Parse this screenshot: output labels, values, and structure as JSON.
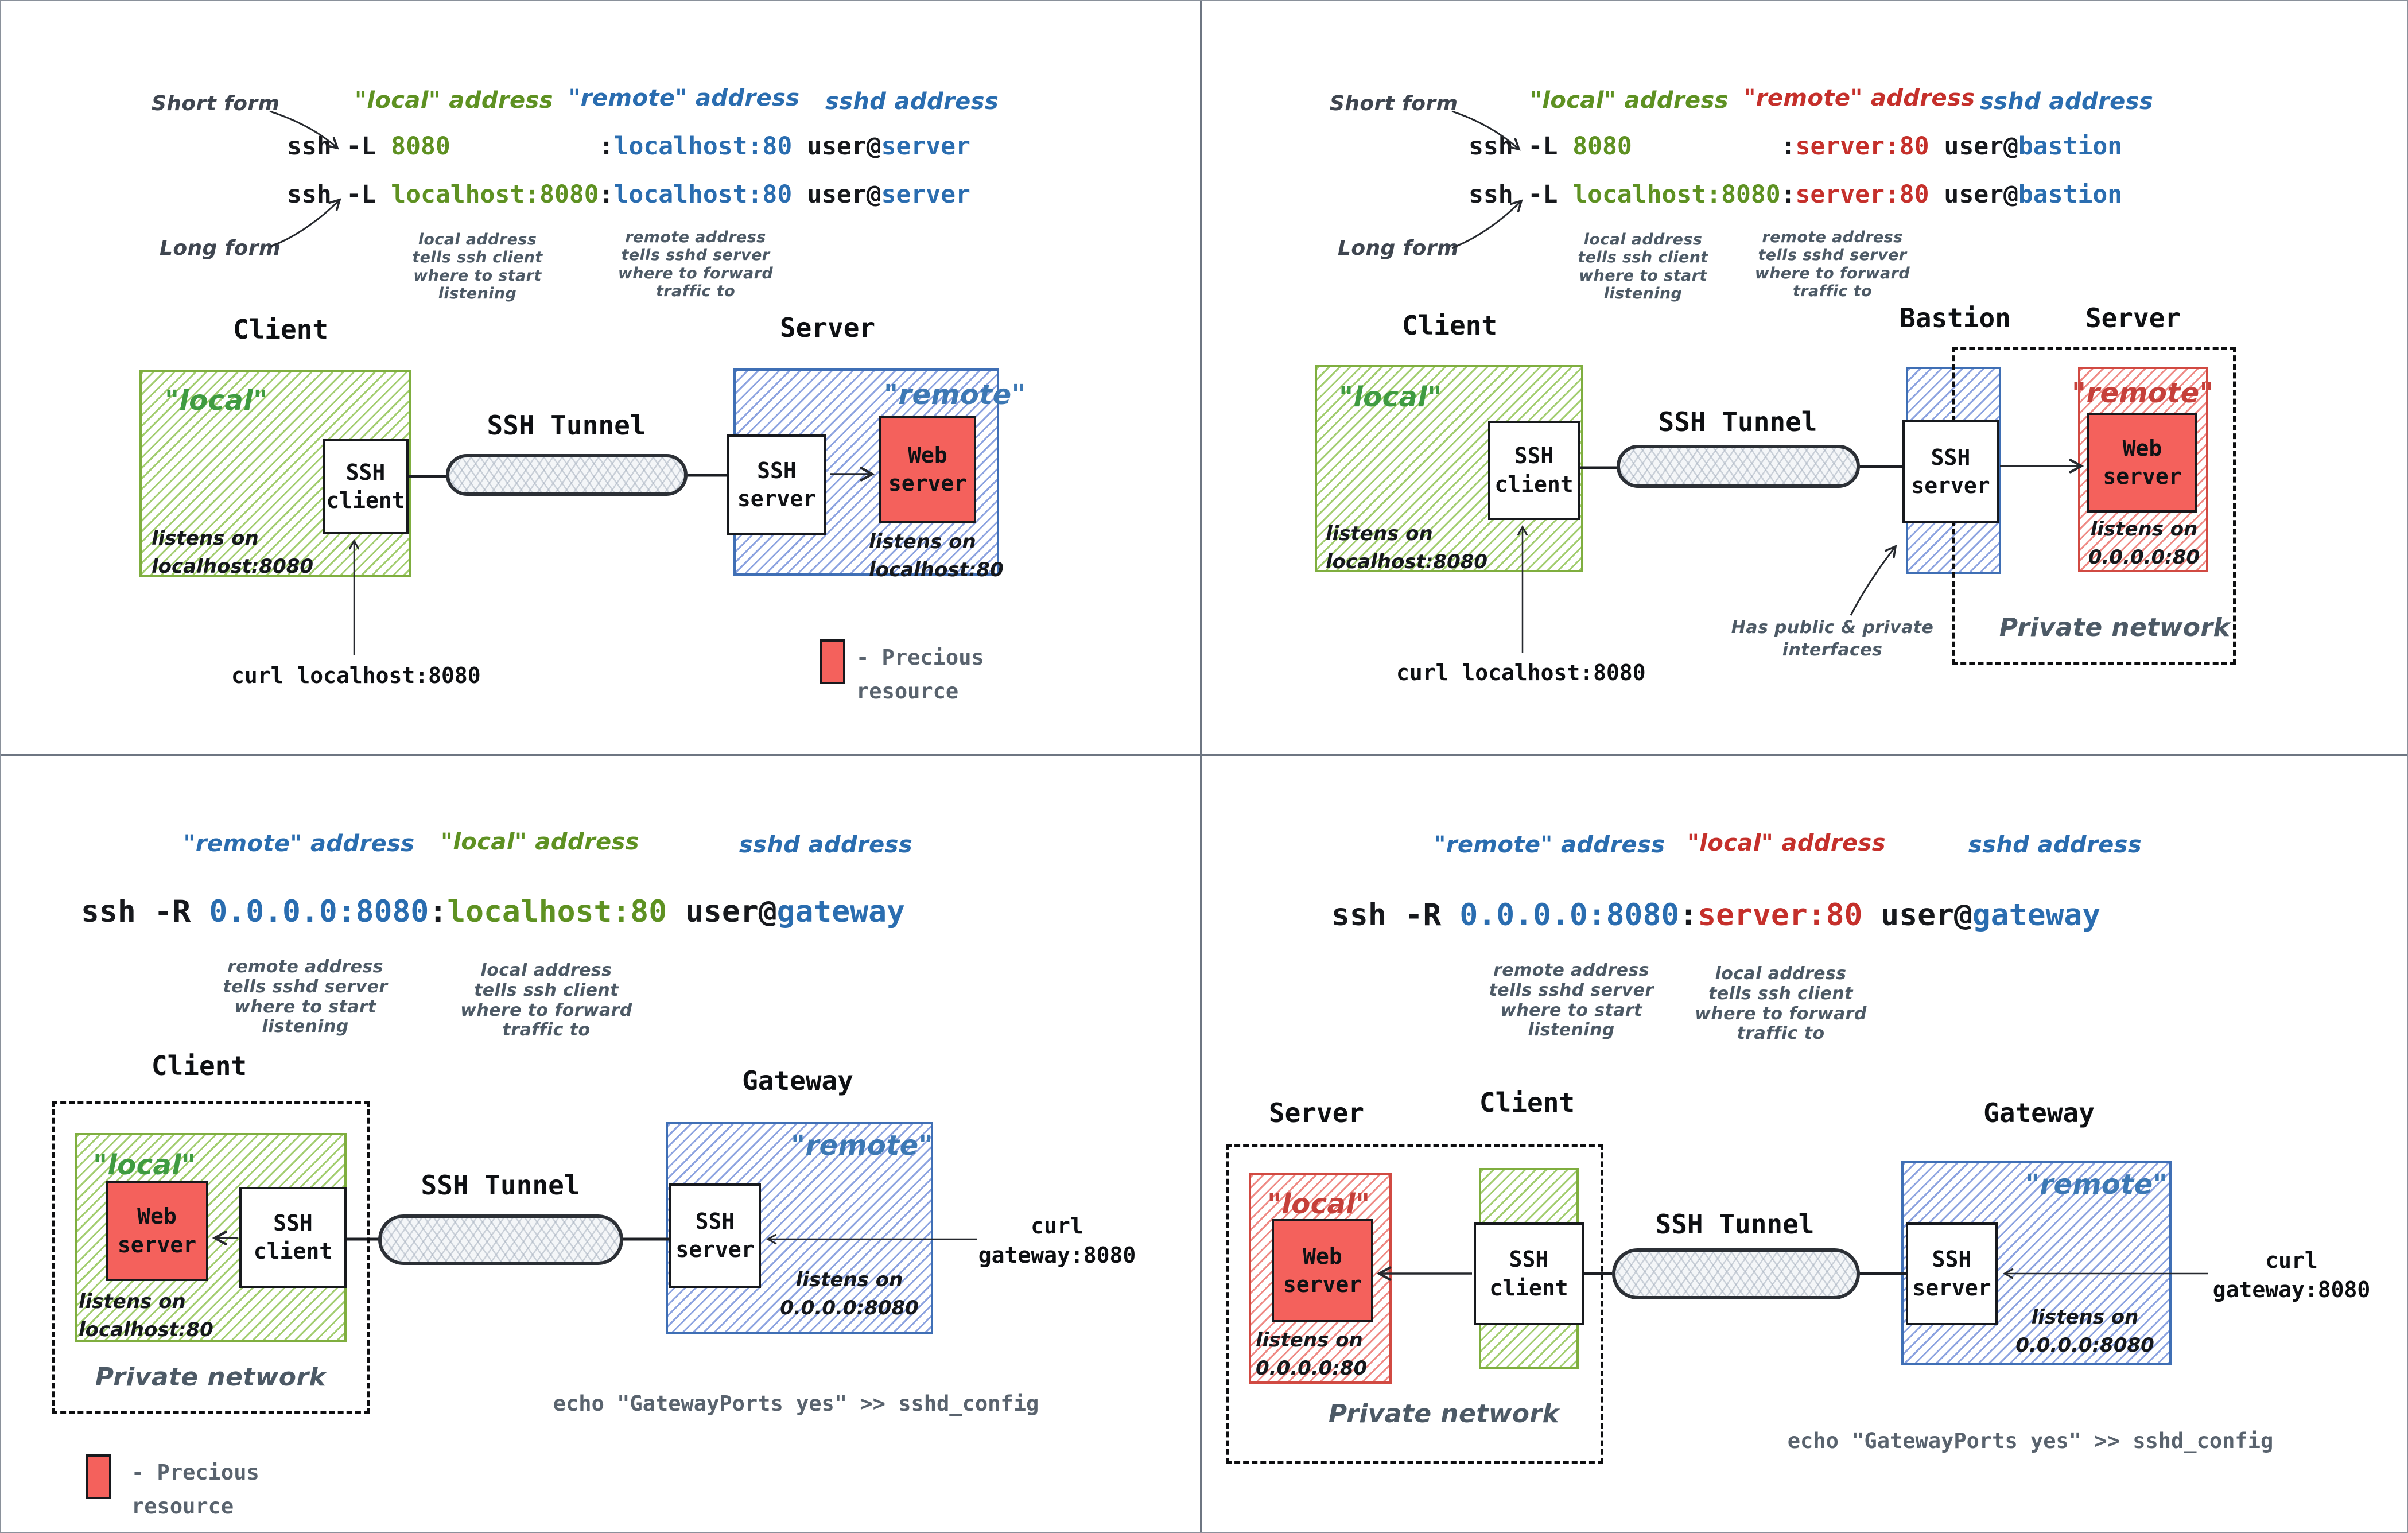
{
  "legend": {
    "text": "- Precious\n  resource",
    "swatch_color": "#f4615c"
  },
  "q1": {
    "short_form_label": "Short form",
    "long_form_label": "Long form",
    "headers": {
      "local": "\"local\" address",
      "remote": "\"remote\" address",
      "sshd": "sshd address"
    },
    "cmd_short": [
      "ssh -L ",
      "8080",
      "          :",
      "localhost:80",
      " user@",
      "server"
    ],
    "cmd_long": [
      "ssh -L ",
      "localhost:8080",
      ":",
      "localhost:80",
      " user@",
      "server"
    ],
    "note_local": "local address\ntells ssh client\nwhere to start\nlistening",
    "note_remote": "remote address\ntells sshd server\nwhere to forward\ntraffic to",
    "client_title": "Client",
    "server_title": "Server",
    "local_tag": "\"local\"",
    "remote_tag": "\"remote\"",
    "ssh_client_label": "SSH\nclient",
    "ssh_server_label": "SSH\nserver",
    "web_server_label": "Web\nserver",
    "tunnel_label": "SSH Tunnel",
    "listens_client": "listens on\nlocalhost:8080",
    "listens_server": "listens on\nlocalhost:80",
    "curl_label": "curl localhost:8080"
  },
  "q2": {
    "short_form_label": "Short form",
    "long_form_label": "Long form",
    "headers": {
      "local": "\"local\" address",
      "remote": "\"remote\" address",
      "sshd": "sshd address"
    },
    "cmd_short": [
      "ssh -L ",
      "8080",
      "          :",
      "server:80",
      " user@",
      "bastion"
    ],
    "cmd_long": [
      "ssh -L ",
      "localhost:8080",
      ":",
      "server:80",
      " user@",
      "bastion"
    ],
    "note_local": "local address\ntells ssh client\nwhere to start\nlistening",
    "note_remote": "remote address\ntells sshd server\nwhere to forward\ntraffic to",
    "client_title": "Client",
    "bastion_title": "Bastion",
    "server_title": "Server",
    "local_tag": "\"local\"",
    "remote_tag": "\"remote\"",
    "ssh_client_label": "SSH\nclient",
    "ssh_server_label": "SSH\nserver",
    "web_server_label": "Web\nserver",
    "tunnel_label": "SSH Tunnel",
    "listens_client": "listens on\nlocalhost:8080",
    "listens_server": "listens on\n0.0.0.0:80",
    "curl_label": "curl localhost:8080",
    "bastion_note": "Has public & private\ninterfaces",
    "private_network": "Private network"
  },
  "q3": {
    "headers": {
      "remote": "\"remote\" address",
      "local": "\"local\" address",
      "sshd": "sshd address"
    },
    "cmd": [
      "ssh -R ",
      "0.0.0.0:8080",
      ":",
      "localhost:80",
      " user@",
      "gateway"
    ],
    "note_remote": "remote address\ntells sshd server\nwhere to start\nlistening",
    "note_local": "local address\ntells ssh client\nwhere to forward\ntraffic to",
    "client_title": "Client",
    "gateway_title": "Gateway",
    "local_tag": "\"local\"",
    "remote_tag": "\"remote\"",
    "ssh_client_label": "SSH\nclient",
    "ssh_server_label": "SSH\nserver",
    "web_server_label": "Web\nserver",
    "tunnel_label": "SSH Tunnel",
    "listens_web": "listens on\nlocalhost:80",
    "listens_gateway": "listens on\n0.0.0.0:8080",
    "private_network": "Private network",
    "curl_label": "curl\ngateway:8080",
    "echo_cmd": "echo \"GatewayPorts yes\" >> sshd_config"
  },
  "q4": {
    "headers": {
      "remote": "\"remote\" address",
      "local": "\"local\" address",
      "sshd": "sshd address"
    },
    "cmd": [
      "ssh -R ",
      "0.0.0.0:8080",
      ":",
      "server:80",
      " user@",
      "gateway"
    ],
    "note_remote": "remote address\ntells sshd server\nwhere to start\nlistening",
    "note_local": "local address\ntells ssh client\nwhere to forward\ntraffic to",
    "server_title": "Server",
    "client_title": "Client",
    "gateway_title": "Gateway",
    "local_tag": "\"local\"",
    "remote_tag": "\"remote\"",
    "ssh_client_label": "SSH\nclient",
    "ssh_server_label": "SSH\nserver",
    "web_server_label": "Web\nserver",
    "tunnel_label": "SSH Tunnel",
    "listens_web": "listens on\n0.0.0.0:80",
    "listens_gateway": "listens on\n0.0.0.0:8080",
    "private_network": "Private network",
    "curl_label": "curl\ngateway:8080",
    "echo_cmd": "echo \"GatewayPorts yes\" >> sshd_config"
  }
}
